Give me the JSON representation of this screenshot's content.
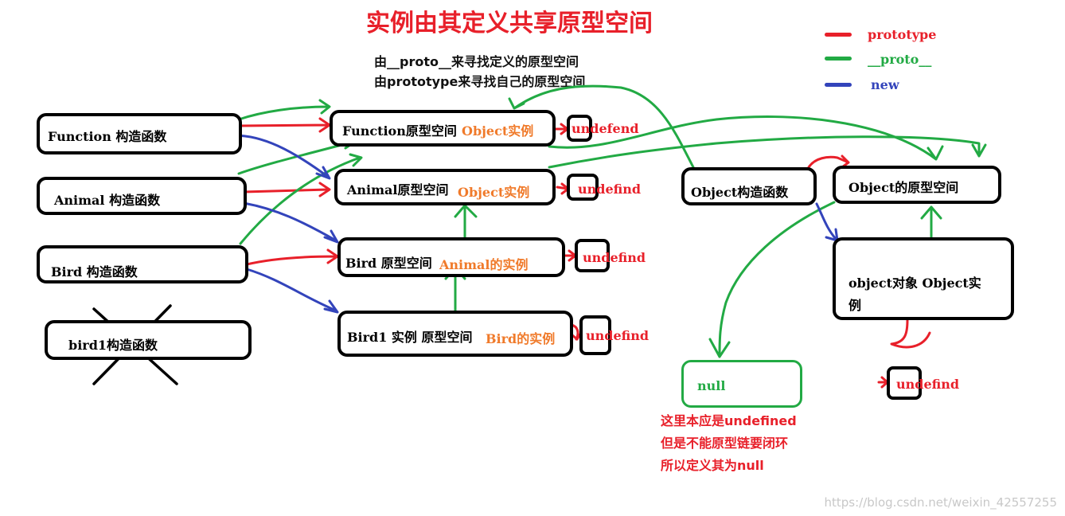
{
  "title": "实例由其定义共享原型空间",
  "notes": {
    "line1": "由__proto__来寻找定义的原型空间",
    "line2": "由prototype来寻找自己的原型空间"
  },
  "legend": {
    "prototype": {
      "label": "prototype",
      "color": "#e8202a"
    },
    "proto": {
      "label": "__proto__",
      "color": "#22aa44"
    },
    "new": {
      "label": "new",
      "color": "#3344bb"
    }
  },
  "constructors": {
    "function": "Function 构造函数",
    "animal": "Animal 构造函数",
    "bird": "Bird  构造函数",
    "bird1": "bird1构造函数"
  },
  "prototypes": {
    "function": {
      "name": "Function原型空间",
      "instance": "Object实例"
    },
    "animal": {
      "name": "Animal原型空间",
      "instance": "Object实例"
    },
    "bird": {
      "name": "Bird 原型空间",
      "instance": "Animal的实例"
    },
    "bird1": {
      "name": "Bird1 实例 原型空间",
      "instance": "Bird的实例"
    }
  },
  "undefined_labels": {
    "function": "undefend",
    "animal": "undefind",
    "bird": "undefind",
    "bird1": "undefind",
    "object": "undefind"
  },
  "object_side": {
    "constructor": "Object构造函数",
    "prototype": "Object的原型空间",
    "instance_line1": "object对象  Object实",
    "instance_line2": "例",
    "null_label": "null"
  },
  "null_note": {
    "line1": "这里本应是undefined",
    "line2": "但是不能原型链要闭环",
    "line3": "所以定义其为null"
  },
  "watermark": "https://blog.csdn.net/weixin_42557255"
}
